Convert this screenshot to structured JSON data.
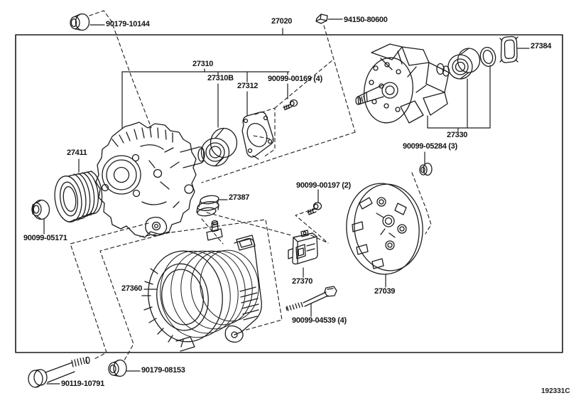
{
  "diagram": {
    "drawing_code": "192331C",
    "background_color": "#ffffff",
    "line_color": "#1c1c1c",
    "type": "exploded-parts-diagram"
  },
  "callouts": {
    "p90179_10144": "90179-10144",
    "p27020": "27020",
    "p94150_80600": "94150-80600",
    "p27384": "27384",
    "p27310": "27310",
    "p27310b": "27310B",
    "p27312": "27312",
    "p90099_00169": "90099-00169 (4)",
    "p27330": "27330",
    "p90099_05284": "90099-05284 (3)",
    "p27411": "27411",
    "p90099_05171": "90099-05171",
    "p27387": "27387",
    "p90099_00197": "90099-00197 (2)",
    "p27370": "27370",
    "p27039": "27039",
    "p27360": "27360",
    "p90099_04539": "90099-04539 (4)",
    "p90119_10791": "90119-10791",
    "p90179_08153": "90179-08153"
  }
}
